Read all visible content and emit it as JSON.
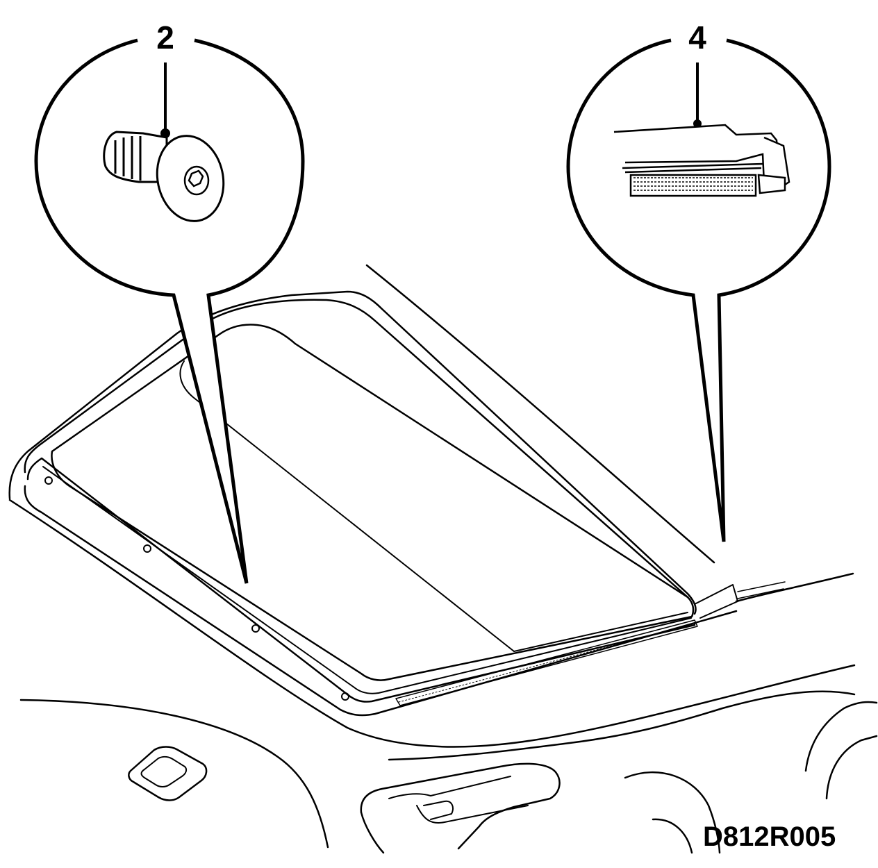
{
  "figure": {
    "callouts": [
      {
        "id": "screw",
        "label": "2",
        "icon": "torx-screw-icon"
      },
      {
        "id": "seal",
        "label": "4",
        "icon": "seal-strip-icon"
      }
    ],
    "drawing_code": "D812R005",
    "colors": {
      "ink": "#000000",
      "paper": "#ffffff"
    }
  }
}
